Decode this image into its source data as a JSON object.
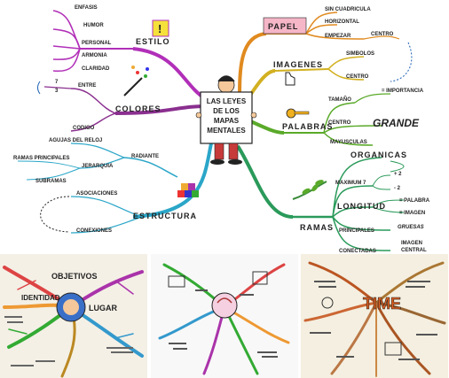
{
  "center": {
    "lines": [
      "LAS LEYES",
      "DE LOS",
      "MAPAS",
      "MENTALES"
    ]
  },
  "branches": {
    "estilo": {
      "title": "ESTILO",
      "items": [
        "ENFASIS",
        "HUMOR",
        "PERSONAL",
        "ARMONIA",
        "CLARIDAD"
      ]
    },
    "colores": {
      "title": "COLORES",
      "items": [
        "ENTRE",
        "CODIGO"
      ],
      "numbers": [
        "7",
        "3"
      ]
    },
    "estructura": {
      "title": "ESTRUCTURA",
      "items": [
        "RADIANTE",
        "AGUJAS DEL RELOJ",
        "JERARQUIA",
        "RAMAS PRINCIPALES",
        "SUBRAMAS",
        "ASOCIACIONES",
        "CONEXIONES"
      ]
    },
    "papel": {
      "title": "PAPEL",
      "items": [
        "SIN CUADRICULA",
        "HORIZONTAL",
        "EMPEZAR",
        "CENTRO"
      ]
    },
    "imagenes": {
      "title": "IMAGENES",
      "items": [
        "SIMBOLOS",
        "CENTRO"
      ]
    },
    "palabras": {
      "title": "PALABRAS",
      "items": [
        "TAMAÑO",
        "= IMPORTANCIA",
        "CENTRO",
        "GRANDE",
        "MAYUSCULAS"
      ]
    },
    "ramas": {
      "title": "RAMAS",
      "items": [
        "ORGANICAS",
        "MAXIMUM 7",
        "+ 2",
        "- 2",
        "LONGITUD",
        "= PALABRA",
        "= IMAGEN",
        "PRINCIPALES",
        "GRUESAS",
        "CONECTADAS",
        "IMAGEN",
        "CENTRAL"
      ]
    }
  },
  "colors": {
    "estilo": "#b12fb8",
    "colores": "#8a2f8f",
    "estructura": "#2aa6c8",
    "papel": "#e08a1f",
    "imagenes": "#d2b020",
    "palabras": "#5aaa2a",
    "ramas": "#2a9a5a"
  },
  "thumbnails": [
    {
      "texts": [
        "OBJETIVOS",
        "IDENTIDAD",
        "LUGAR"
      ]
    },
    {
      "texts": []
    },
    {
      "texts": [
        "TIME"
      ]
    }
  ]
}
